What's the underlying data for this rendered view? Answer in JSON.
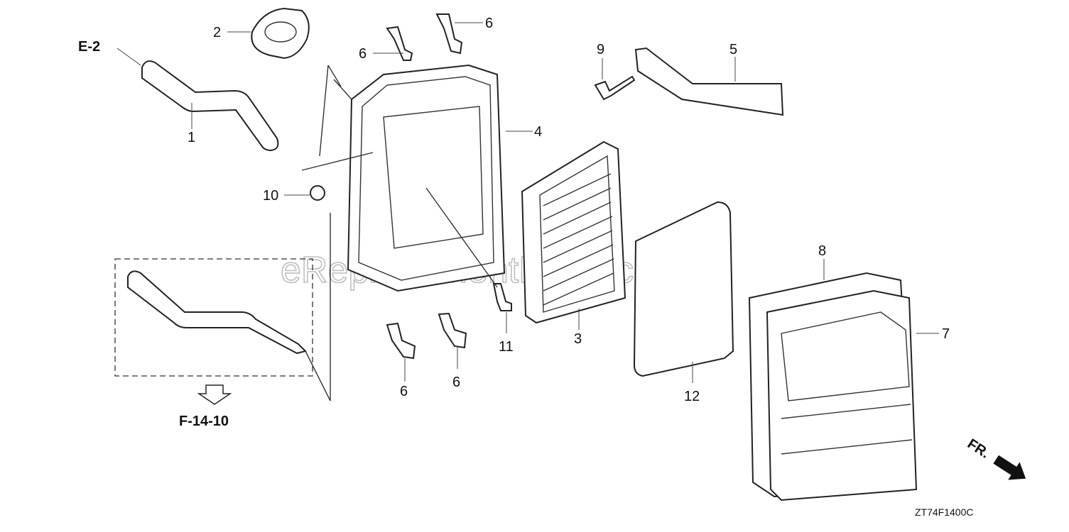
{
  "diagram": {
    "watermark": "eReplacementParts.com",
    "diagram_code": "ZT74F1400C",
    "front_indicator": "FR.",
    "references": {
      "top_left": "E-2",
      "bottom_left": "F-14-10"
    },
    "callouts": {
      "tube": "1",
      "gasket": "2",
      "filter_element": "3",
      "case": "4",
      "stay": "5",
      "clip_a": "6",
      "clip_b": "6",
      "clip_c": "6",
      "clip_d": "6",
      "cover": "7",
      "cover_seal": "8",
      "bolt_9": "9",
      "nut_10": "10",
      "bolt_11": "11",
      "foam_element": "12"
    }
  }
}
